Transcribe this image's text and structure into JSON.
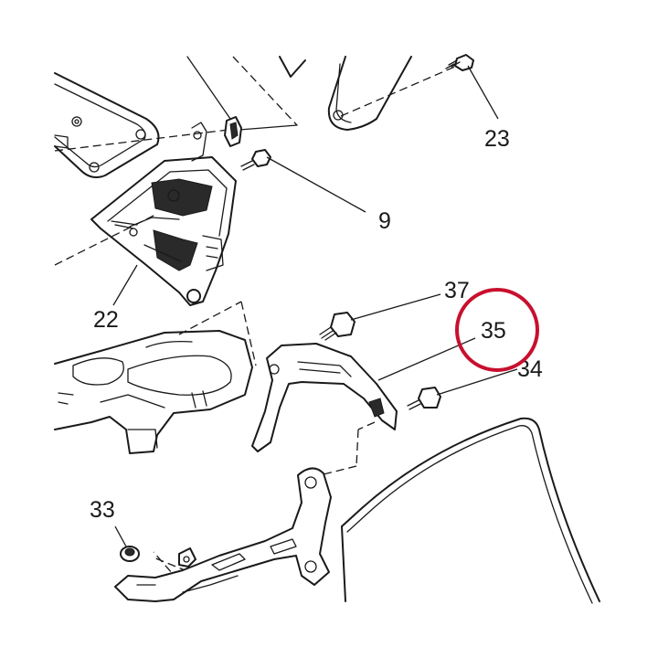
{
  "diagram": {
    "highlight_color": "#c8102e",
    "line_color": "#1a1a1a",
    "background": "#ffffff",
    "callouts": [
      {
        "id": "23",
        "text": "23"
      },
      {
        "id": "9",
        "text": "9"
      },
      {
        "id": "22",
        "text": "22"
      },
      {
        "id": "37",
        "text": "37"
      },
      {
        "id": "35",
        "text": "35"
      },
      {
        "id": "34",
        "text": "34"
      },
      {
        "id": "33",
        "text": "33"
      }
    ],
    "highlighted_callout": "35"
  }
}
